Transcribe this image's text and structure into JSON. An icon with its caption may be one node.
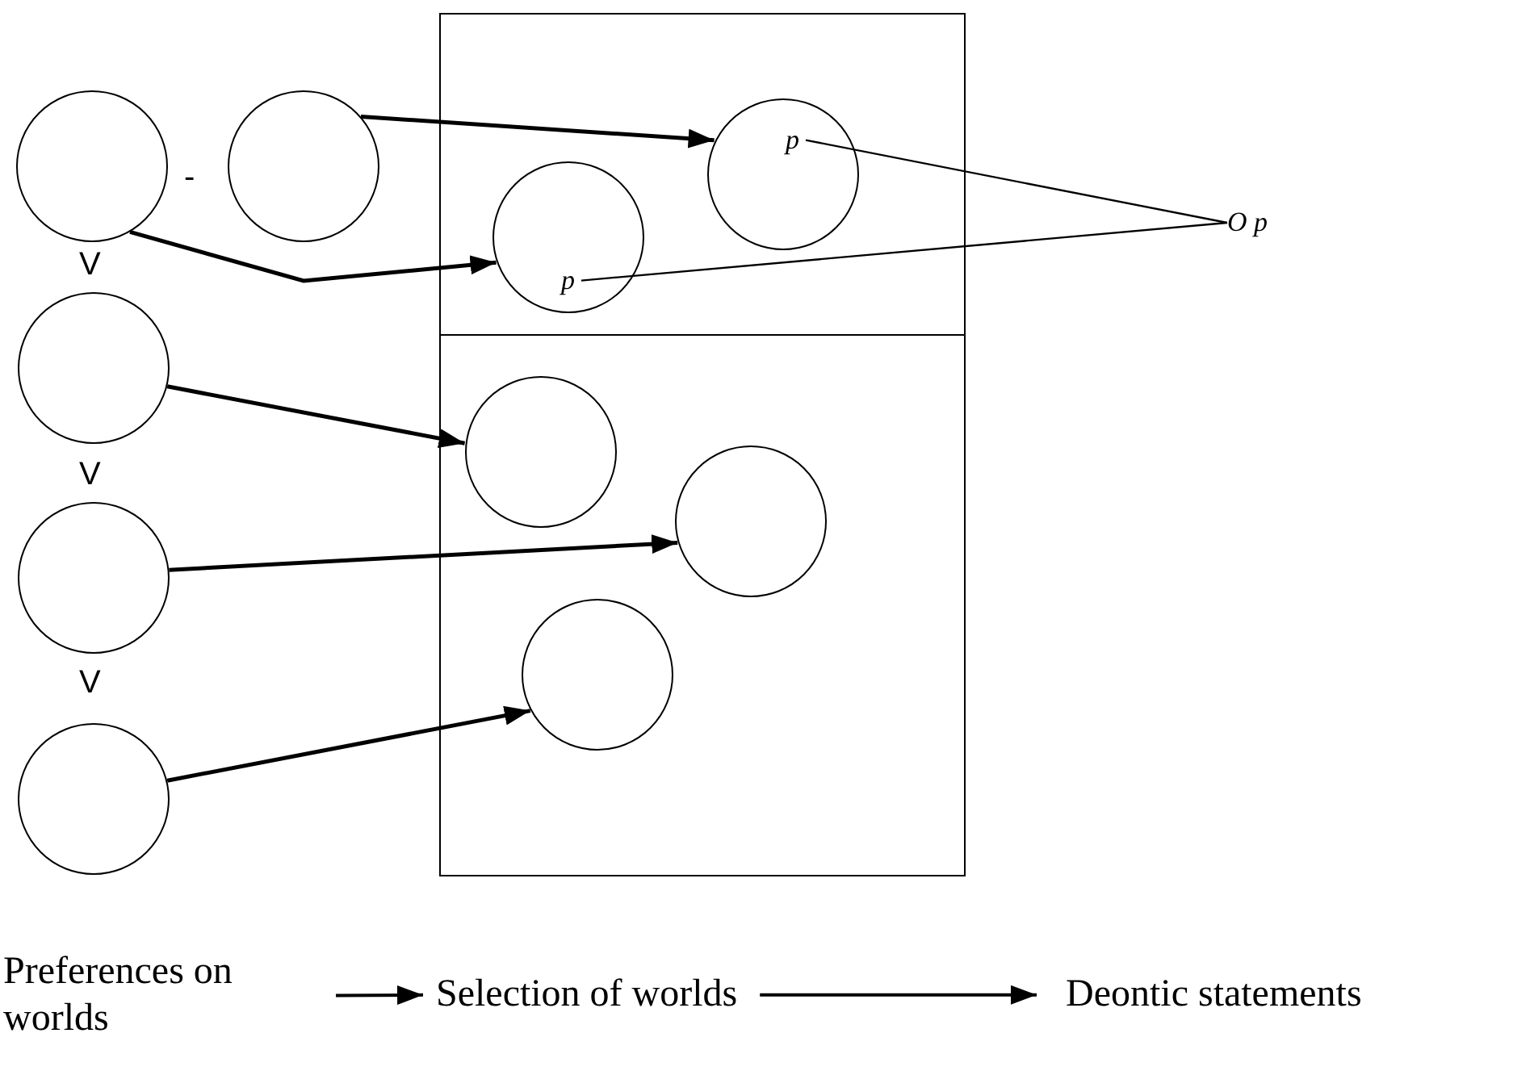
{
  "diagram": {
    "nodes": [
      {
        "text": [],
        "shape": "circle"
      },
      {
        "text": [],
        "shape": "circle"
      },
      {
        "text": [],
        "shape": "box"
      },
      {
        "text": [
          "p"
        ],
        "in": 2
      },
      {
        "text": [
          "p"
        ],
        "in": 2
      },
      {
        "text": [
          "O p"
        ]
      },
      {
        "text": [],
        "shape": "circle"
      },
      {
        "text": [],
        "shape": "box"
      },
      {
        "text": [],
        "shape": "circle",
        "in": 7
      },
      {
        "text": [],
        "shape": "circle",
        "in": 7
      },
      {
        "text": [],
        "shape": "circle",
        "in": 7
      },
      {
        "text": [],
        "shape": "circle"
      },
      {
        "text": [],
        "shape": "circle"
      },
      {
        "text": [
          "Preferences on worlds"
        ]
      },
      {
        "text": [
          "Selection of worlds"
        ]
      },
      {
        "text": [
          "Deontic statements"
        ]
      }
    ],
    "edges": [
      {
        "from": 1,
        "to": 4,
        "arrow": "to"
      },
      {
        "from": 0,
        "to": 3,
        "arrow": "to"
      },
      {
        "from": 3,
        "to": 5,
        "arrow": "none"
      },
      {
        "from": 4,
        "to": 5,
        "arrow": "none"
      },
      {
        "from": 6,
        "to": 8,
        "arrow": "to"
      },
      {
        "from": 11,
        "to": 9,
        "arrow": "to"
      },
      {
        "from": 12,
        "to": 10,
        "arrow": "to"
      },
      {
        "from": 13,
        "to": 14,
        "arrow": "to"
      },
      {
        "from": 14,
        "to": 15,
        "arrow": "to"
      }
    ],
    "labels": [
      "-",
      "V",
      "V",
      "V"
    ]
  }
}
